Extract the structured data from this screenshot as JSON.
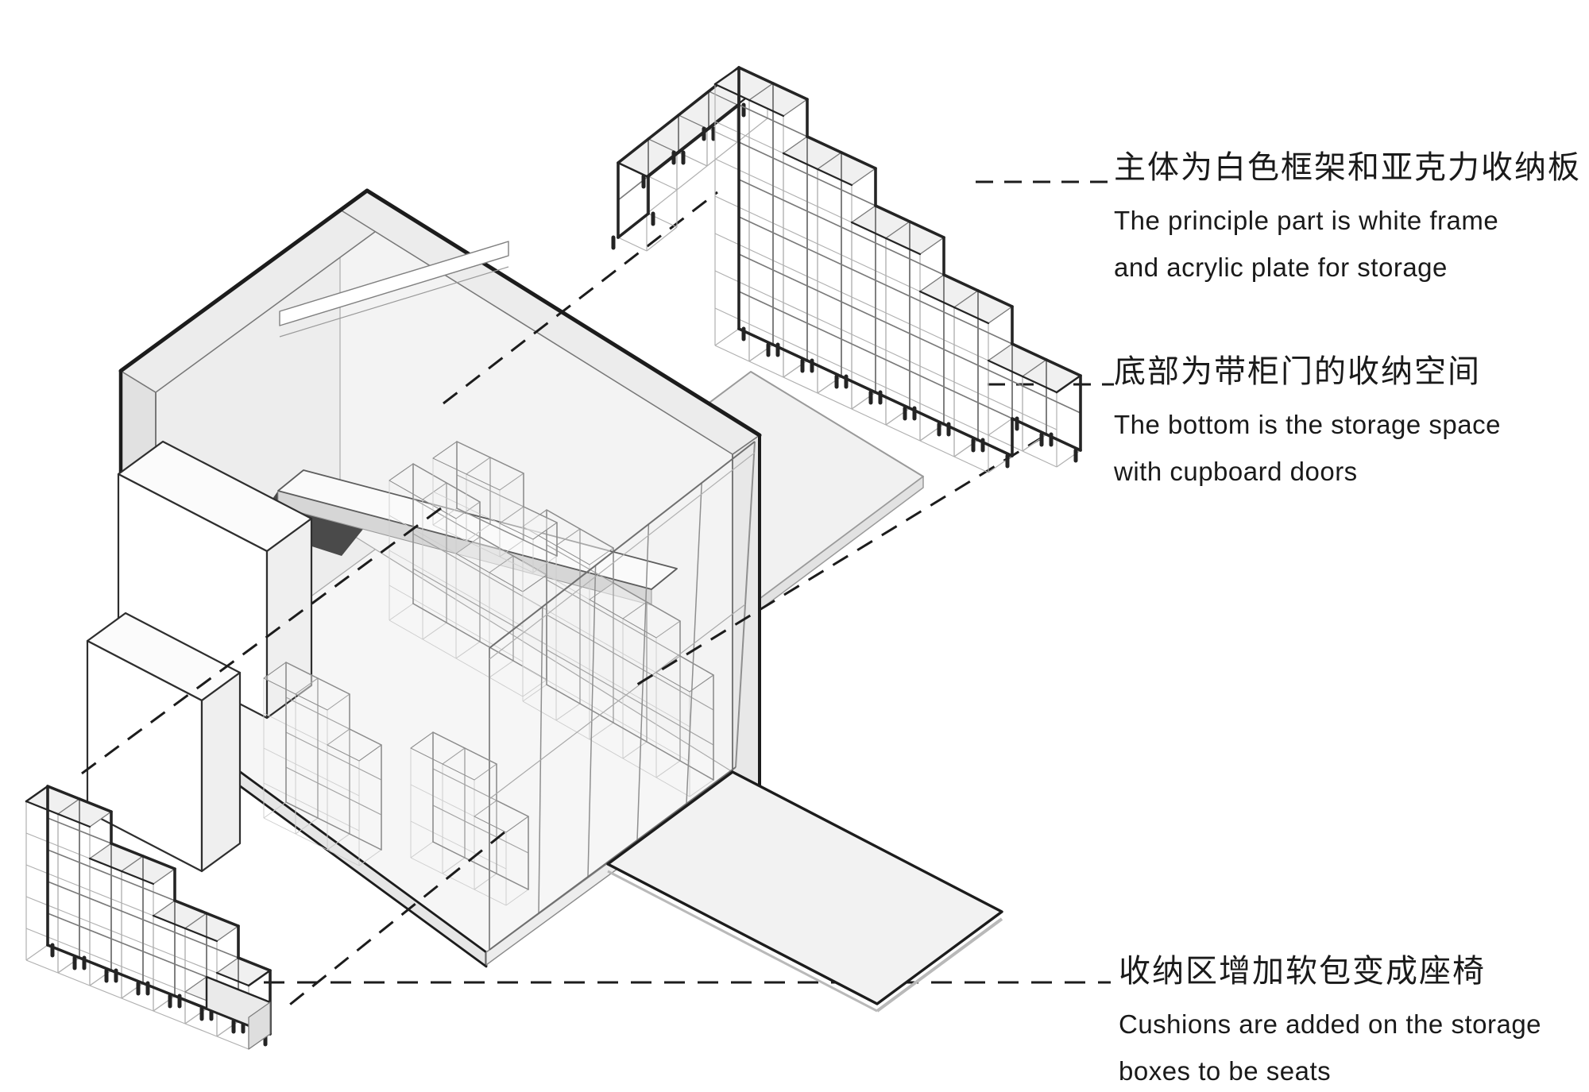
{
  "annotations": [
    {
      "zh": "主体为白色框架和亚克力收纳板",
      "en_lines": [
        "The principle part is white frame",
        "and acrylic plate for storage"
      ]
    },
    {
      "zh": "底部为带柜门的收纳空间",
      "en_lines": [
        "The bottom is the storage space",
        "with cupboard doors"
      ]
    },
    {
      "zh": "收纳区增加软包变成座椅",
      "en_lines": [
        "Cushions are added on the storage",
        "boxes to be seats"
      ]
    }
  ],
  "colors": {
    "background": "#ffffff",
    "ink": "#1c1c1c",
    "line_mid": "#6e6e6e",
    "line_light": "#b3b3b3",
    "line_faint": "#c9c9c9",
    "fill_light": "#f1f1f1",
    "fill_mid": "#e7e7e7",
    "fill_floor": "#f6f6f6",
    "fill_shadow": "#4a4a4a"
  }
}
